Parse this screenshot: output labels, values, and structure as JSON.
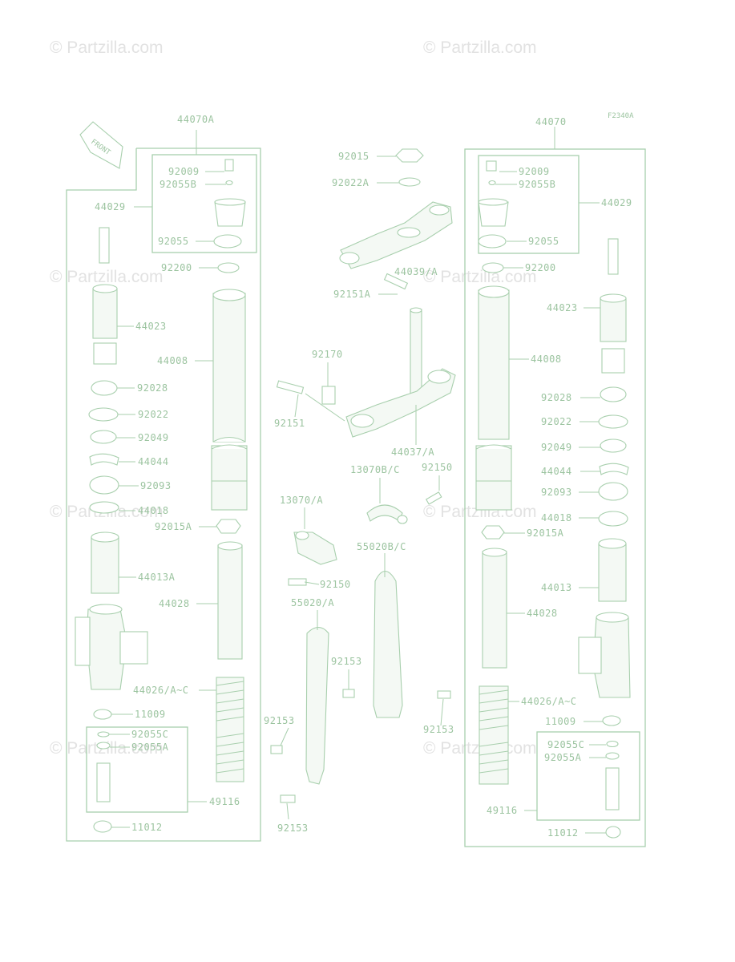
{
  "diagram": {
    "code": "F2340A",
    "front_label": "FRONT",
    "watermark": "© Partzilla.com",
    "labels": {
      "l_44070A": "44070A",
      "l_92009": "92009",
      "l_92055B": "92055B",
      "l_44029": "44029",
      "l_92055": "92055",
      "l_92200": "92200",
      "l_44023": "44023",
      "l_44008": "44008",
      "l_92028": "92028",
      "l_92022": "92022",
      "l_92049": "92049",
      "l_44044": "44044",
      "l_92093": "92093",
      "l_44018": "44018",
      "l_92015A": "92015A",
      "l_44013A": "44013A",
      "l_44028": "44028",
      "l_44026": "44026/A~C",
      "l_11009": "11009",
      "l_92055C": "92055C",
      "l_92055A": "92055A",
      "l_49116": "49116",
      "l_11012": "11012",
      "r_44070": "44070",
      "r_92009": "92009",
      "r_92055B": "92055B",
      "r_44029": "44029",
      "r_92055": "92055",
      "r_92200": "92200",
      "r_44023": "44023",
      "r_44008": "44008",
      "r_92028": "92028",
      "r_92022": "92022",
      "r_92049": "92049",
      "r_44044": "44044",
      "r_92093": "92093",
      "r_44018": "44018",
      "r_92015A": "92015A",
      "r_44013": "44013",
      "r_44028": "44028",
      "r_44026": "44026/A~C",
      "r_11009": "11009",
      "r_92055C": "92055C",
      "r_92055A": "92055A",
      "r_49116": "49116",
      "r_11012": "11012",
      "c_92015": "92015",
      "c_92022A": "92022A",
      "c_44039": "44039/A",
      "c_92151A": "92151A",
      "c_92170": "92170",
      "c_92151": "92151",
      "c_44037": "44037/A",
      "c_13070BC": "13070B/C",
      "c_92150a": "92150",
      "c_13070A": "13070/A",
      "c_92150b": "92150",
      "c_55020BC": "55020B/C",
      "c_55020A": "55020/A",
      "c_92153a": "92153",
      "c_92153b": "92153",
      "c_92153c": "92153",
      "c_92153d": "92153"
    }
  }
}
